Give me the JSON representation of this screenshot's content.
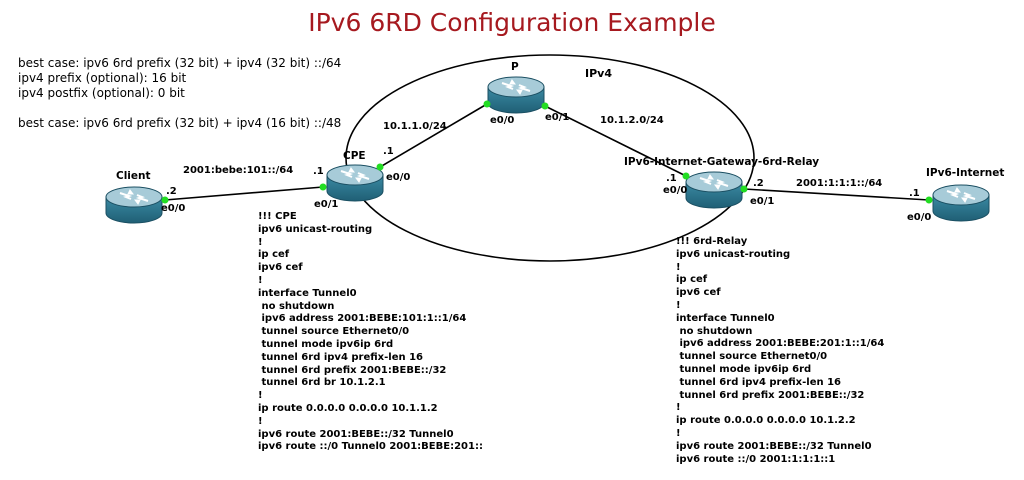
{
  "title": "IPv6 6RD Configuration Example",
  "notes": [
    "best case: ipv6 6rd prefix (32 bit) + ipv4 (32 bit) ::/64",
    "ipv4 prefix (optional): 16 bit",
    "ipv4 postfix (optional): 0 bit",
    "",
    "best case: ipv6 6rd prefix (32 bit) + ipv4 (16 bit) ::/48"
  ],
  "cloud_label": "IPv4",
  "devices": {
    "p": "P",
    "cpe": "CPE",
    "client": "Client",
    "relay": "IPv6-Internet-Gateway-6rd-Relay",
    "internet": "IPv6-Internet"
  },
  "links": {
    "p_cpe": "10.1.1.0/24",
    "p_relay": "10.1.2.0/24",
    "client_cpe": "2001:bebe:101::/64",
    "relay_internet": "2001:1:1:1::/64"
  },
  "ports": {
    "p_e00": "e0/0",
    "p_e01": "e0/1",
    "cpe_e00": "e0/0",
    "cpe_e01": "e0/1",
    "cpe_dot1_up": ".1",
    "cpe_dot1_left": ".1",
    "client_e00": "e0/0",
    "client_dot2": ".2",
    "relay_e00": "e0/0",
    "relay_e01": "e0/1",
    "relay_dot1": ".1",
    "relay_dot2": ".2",
    "internet_e00": "e0/0",
    "internet_dot1": ".1"
  },
  "cpe_config": [
    "!!! CPE",
    "ipv6 unicast-routing",
    "!",
    "ip cef",
    "ipv6 cef",
    "!",
    "interface Tunnel0",
    " no shutdown",
    " ipv6 address 2001:BEBE:101:1::1/64",
    " tunnel source Ethernet0/0",
    " tunnel mode ipv6ip 6rd",
    " tunnel 6rd ipv4 prefix-len 16",
    " tunnel 6rd prefix 2001:BEBE::/32",
    " tunnel 6rd br 10.1.2.1",
    "!",
    "ip route 0.0.0.0 0.0.0.0 10.1.1.2",
    "!",
    "ipv6 route 2001:BEBE::/32 Tunnel0",
    "ipv6 route ::/0 Tunnel0 2001:BEBE:201::"
  ],
  "relay_config": [
    "!!! 6rd-Relay",
    "ipv6 unicast-routing",
    "!",
    "ip cef",
    "ipv6 cef",
    "!",
    "interface Tunnel0",
    " no shutdown",
    " ipv6 address 2001:BEBE:201:1::1/64",
    " tunnel source Ethernet0/0",
    " tunnel mode ipv6ip 6rd",
    " tunnel 6rd ipv4 prefix-len 16",
    " tunnel 6rd prefix 2001:BEBE::/32",
    "!",
    "ip route 0.0.0.0 0.0.0.0 10.1.2.2",
    "!",
    "ipv6 route 2001:BEBE::/32 Tunnel0",
    "ipv6 route ::/0 2001:1:1:1::1"
  ],
  "colors": {
    "title": "#a6191f",
    "router_body": "#2f7b93",
    "router_top": "#9fc6d3",
    "link_dot": "#22dd22"
  }
}
